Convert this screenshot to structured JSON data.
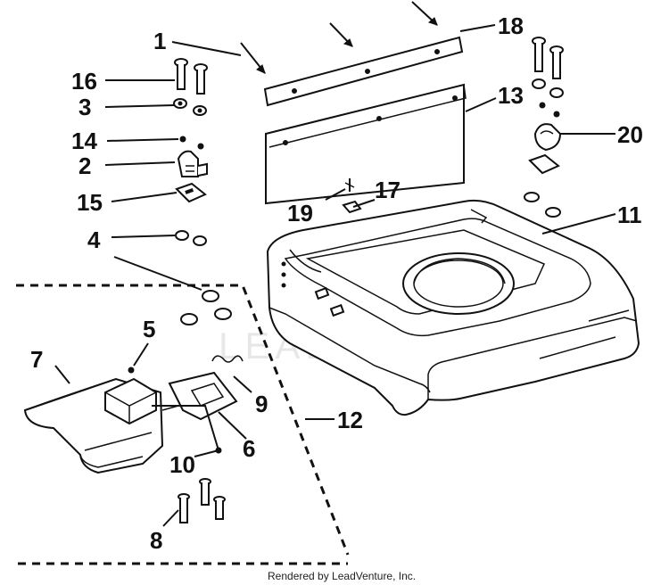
{
  "labels": {
    "p1": "1",
    "p2": "2",
    "p3": "3",
    "p4": "4",
    "p5": "5",
    "p6": "6",
    "p7": "7",
    "p8": "8",
    "p9": "9",
    "p10": "10",
    "p11": "11",
    "p12": "12",
    "p13": "13",
    "p14": "14",
    "p15": "15",
    "p16": "16",
    "p17": "17",
    "p18": "18",
    "p19": "19",
    "p20": "20"
  },
  "watermark": "LEADVENTURE",
  "credit": "Rendered by LeadVenture, Inc."
}
